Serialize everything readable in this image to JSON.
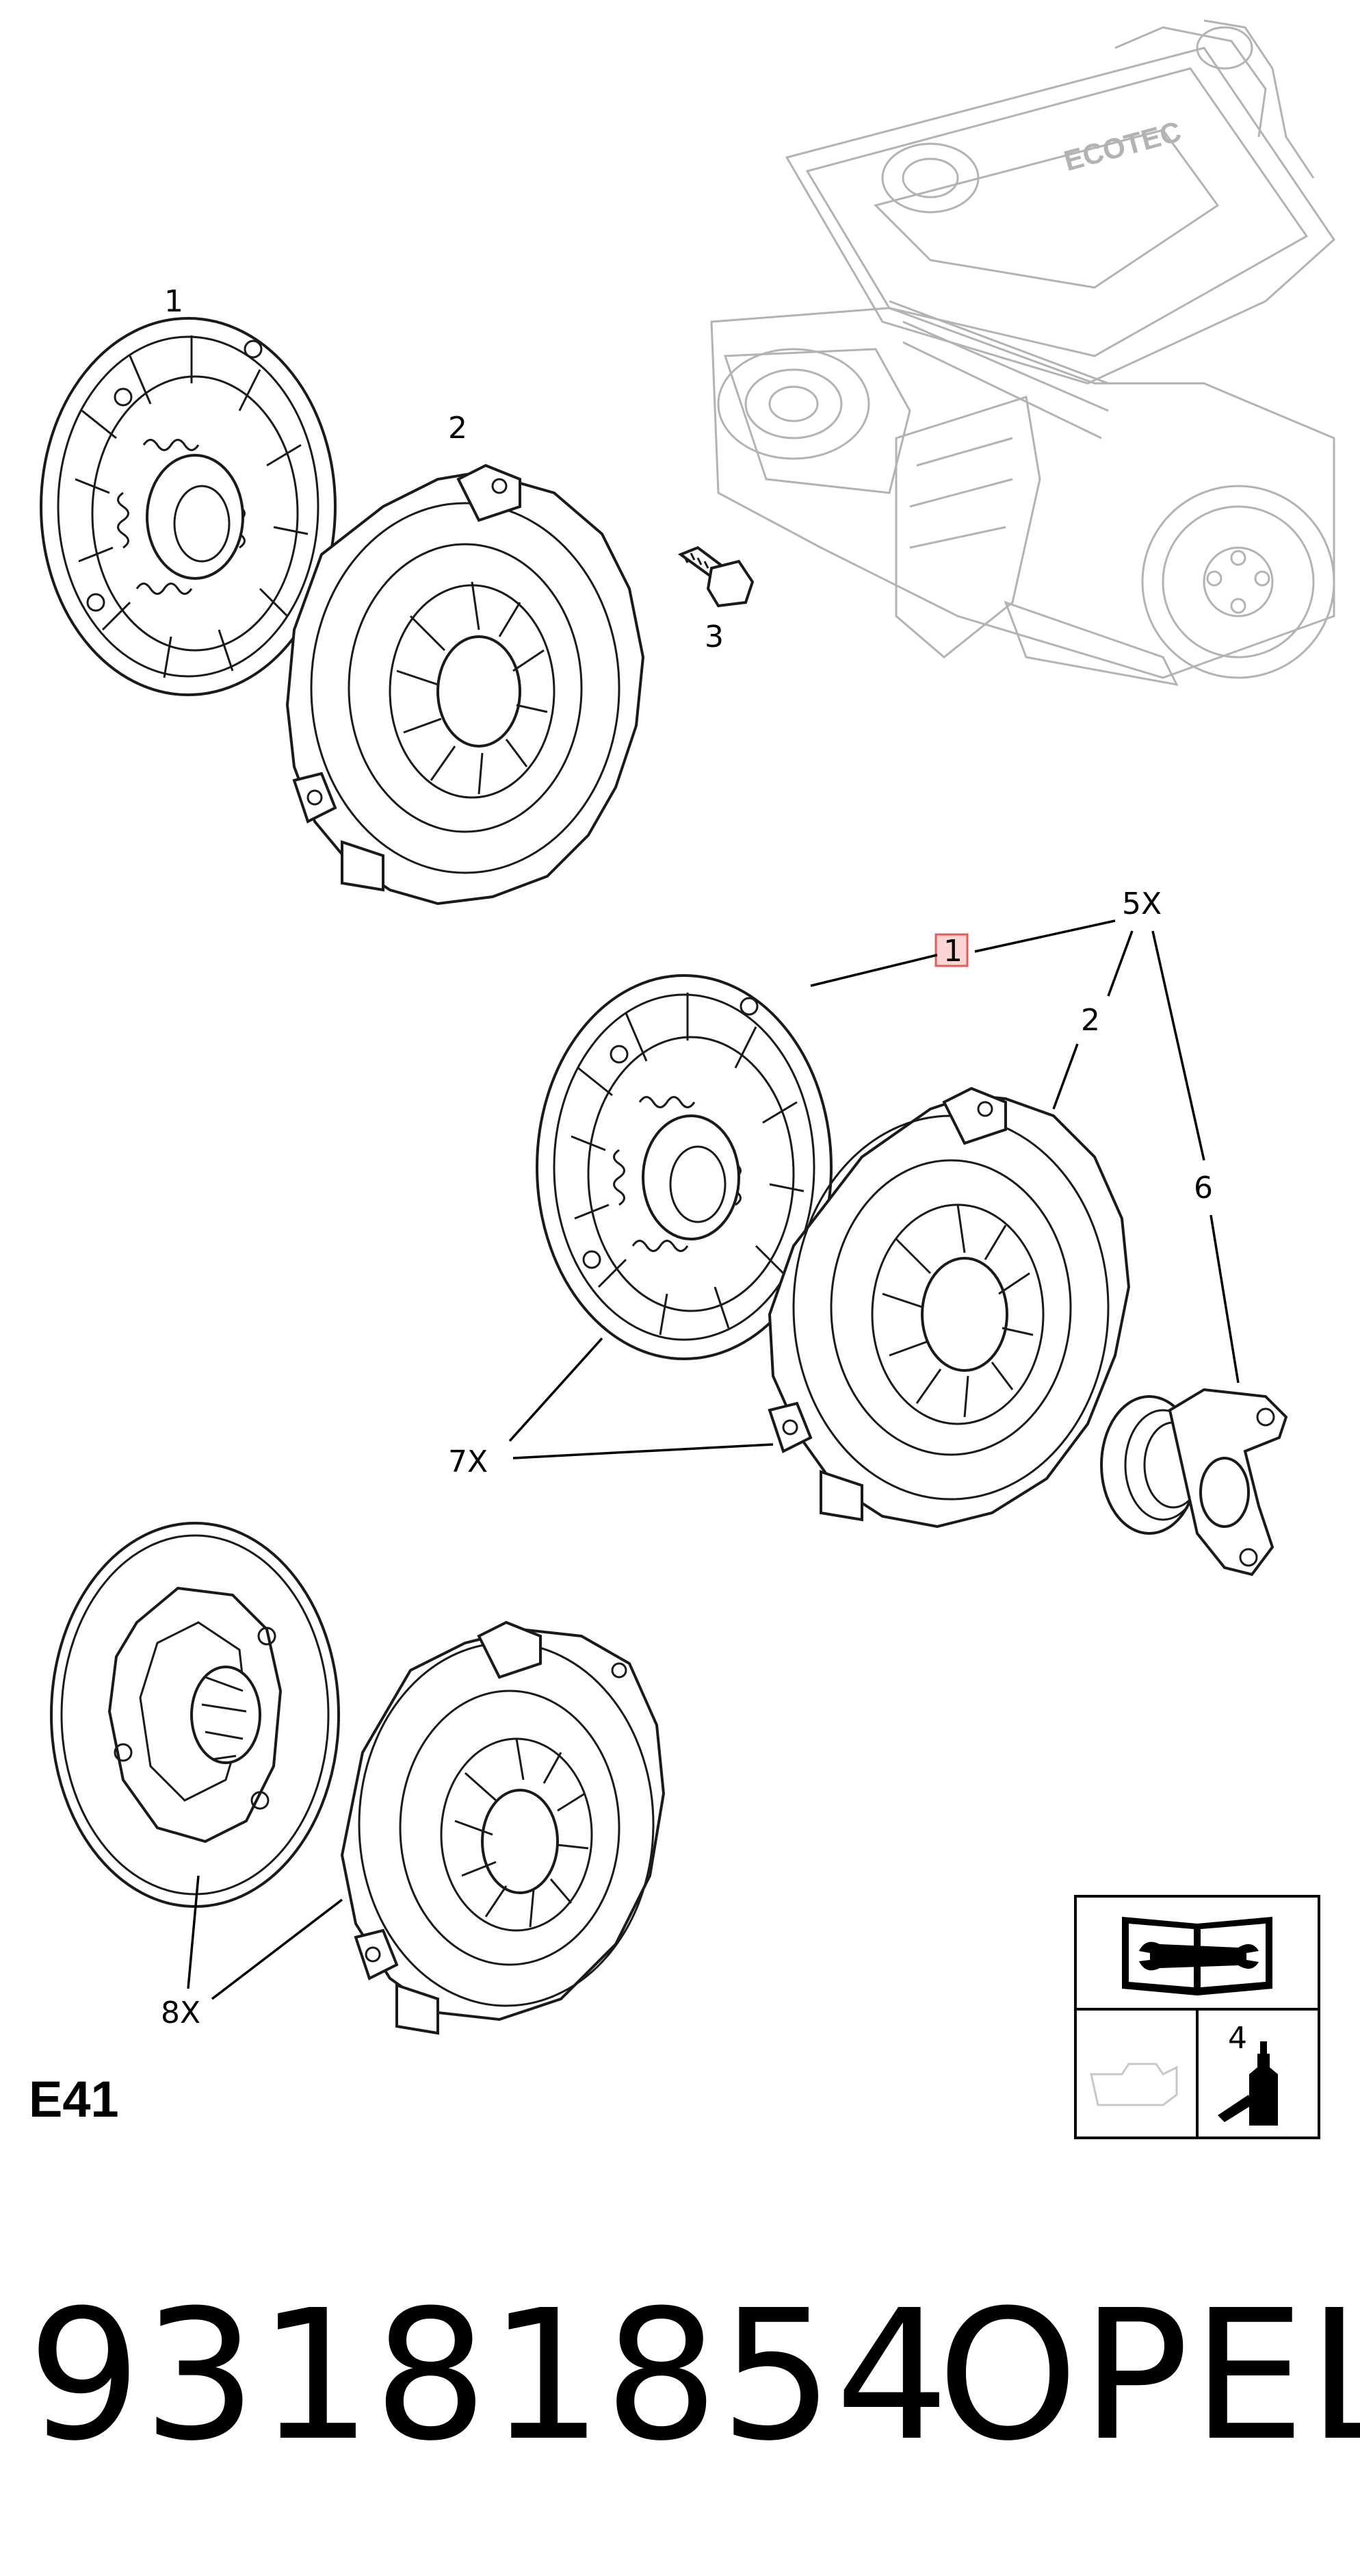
{
  "diagram": {
    "callouts": {
      "top_disc": "1",
      "top_pressure_plate": "2",
      "bolt": "3",
      "kit": "5X",
      "kit_disc_highlight": "1",
      "kit_pressure_plate": "2",
      "release_bearing": "6",
      "kit_7x": "7X",
      "kit_8x": "8X",
      "instruction_adhesive": "4"
    },
    "engine_logo_text": "ECOTEC",
    "highlight_color": "#e85a5a",
    "section_code": "E41"
  },
  "footer": {
    "part_number": "93181854",
    "brand": "OPEL"
  }
}
